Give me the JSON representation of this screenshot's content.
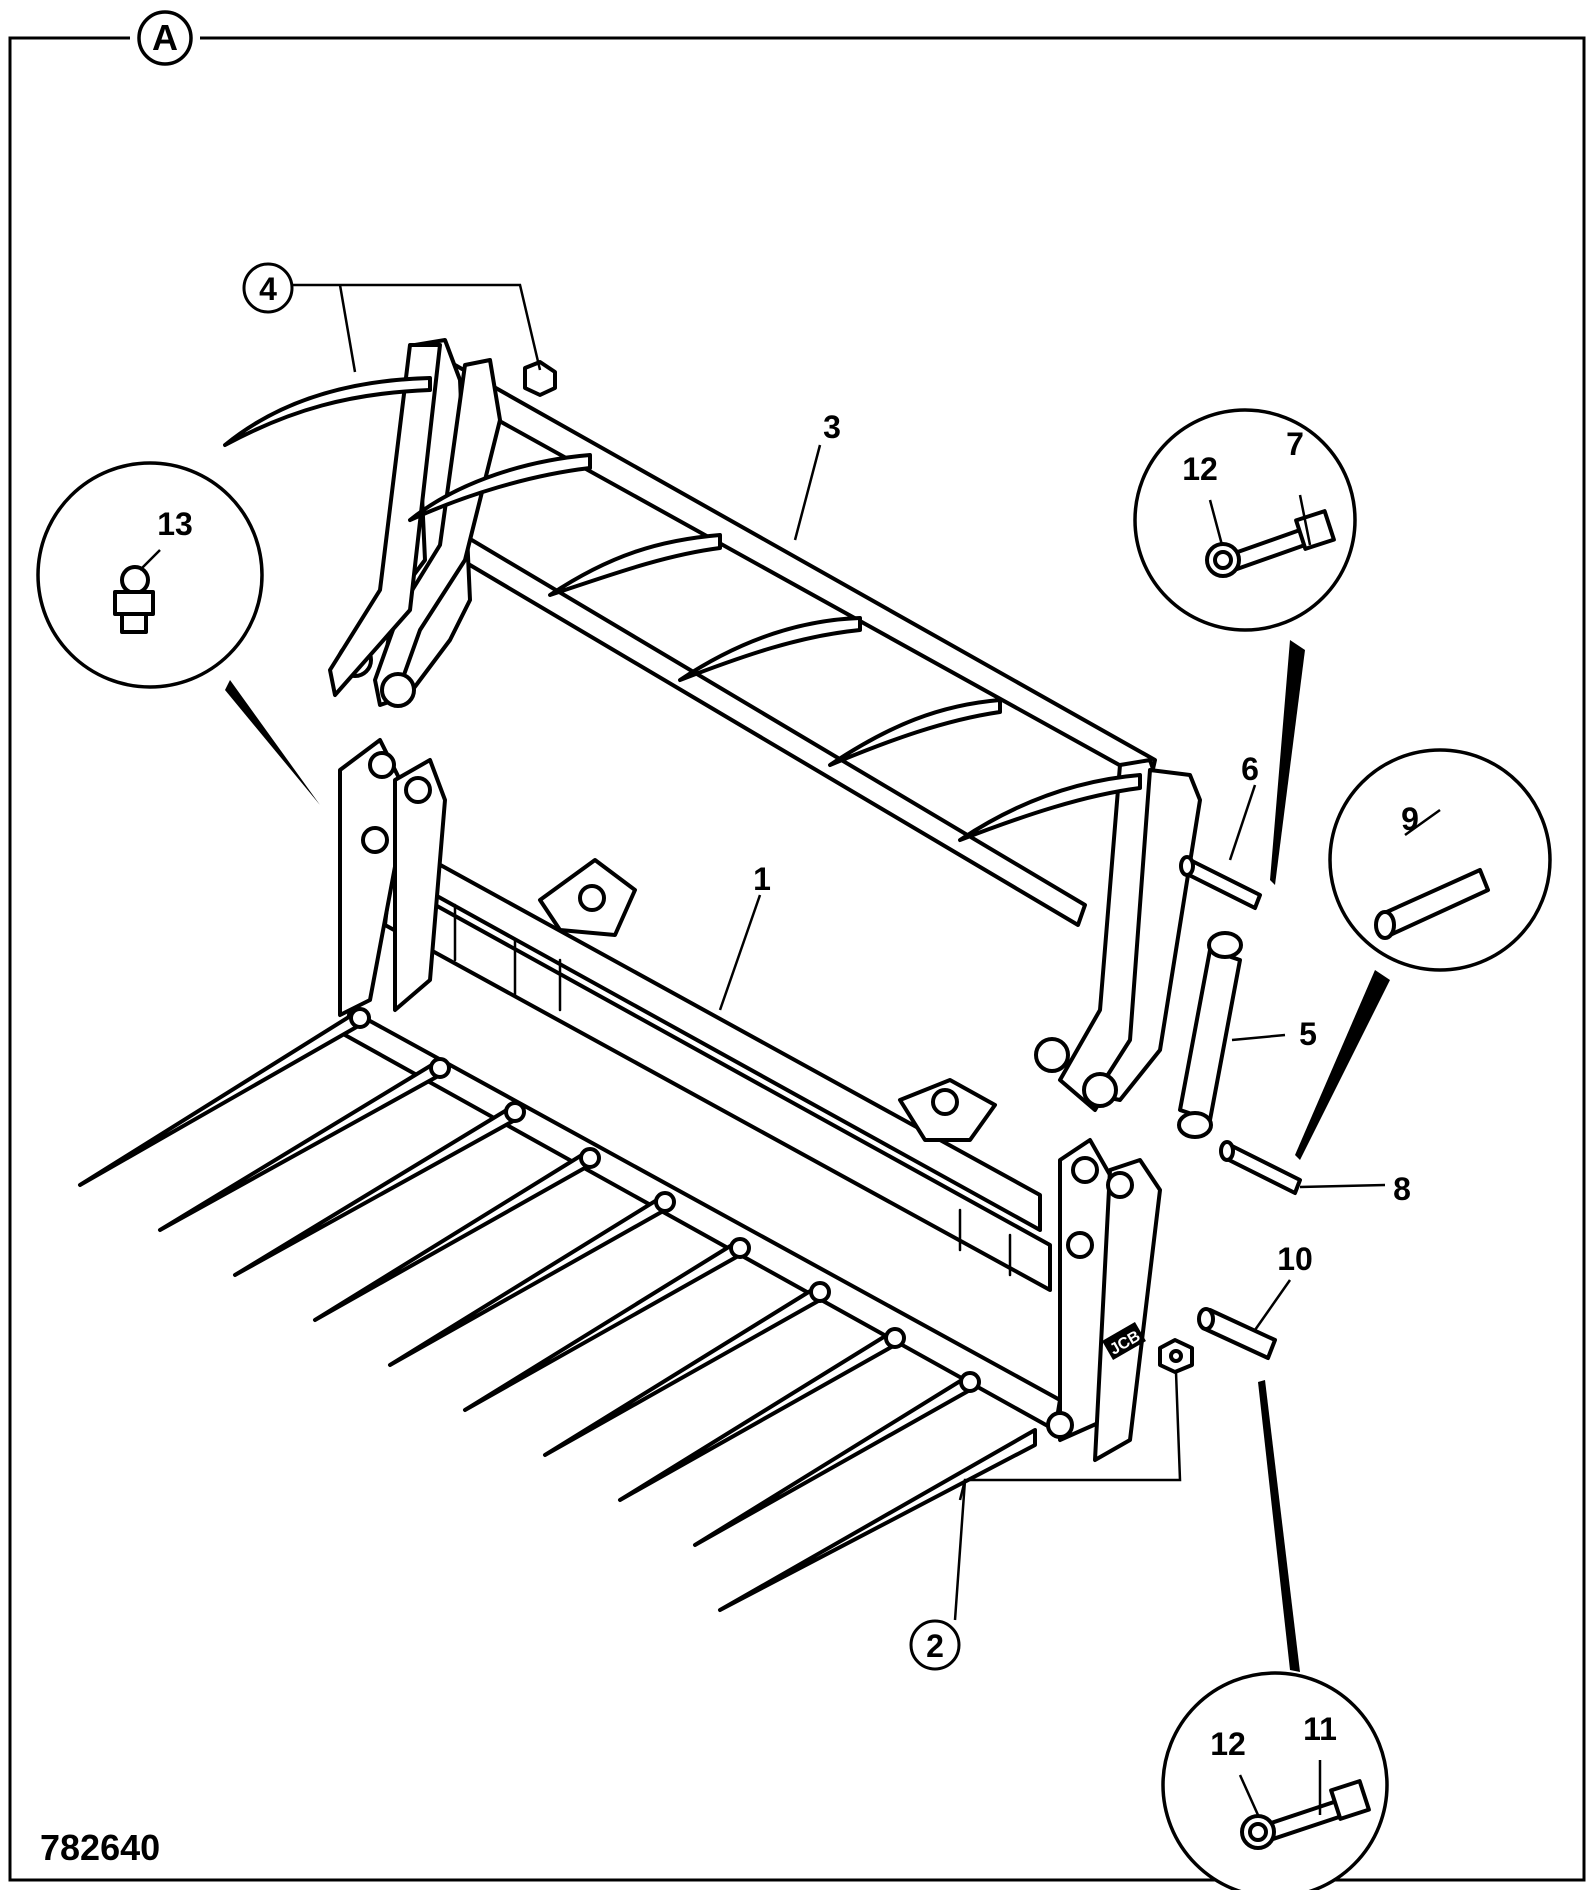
{
  "figure": {
    "view_label": "A",
    "drawing_number": "782640"
  },
  "callouts": {
    "c1": "1",
    "c2": "2",
    "c3": "3",
    "c4": "4",
    "c5": "5",
    "c6": "6",
    "c7": "7",
    "c8": "8",
    "c9": "9",
    "c10": "10",
    "c11": "11",
    "c12a": "12",
    "c12b": "12",
    "c13": "13"
  },
  "logo": "JCB"
}
